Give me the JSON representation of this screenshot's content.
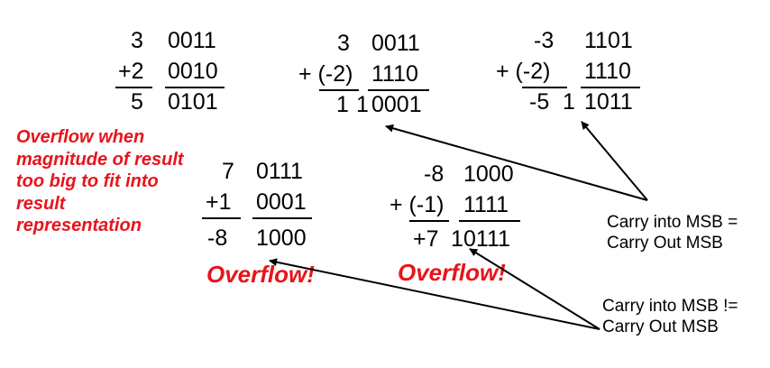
{
  "examples": [
    {
      "operand1": "3",
      "operand1_bits": "0011",
      "operand2": "+2",
      "operand2_bits": "0010",
      "carry": "",
      "result": "5",
      "result_bits": "0101"
    },
    {
      "operand1": "3",
      "operand1_bits": "0011",
      "operand2": "+ (-2)",
      "operand2_bits": "1110",
      "carry": "1",
      "result": "1",
      "result_bits": "0001"
    },
    {
      "operand1": "-3",
      "operand1_bits": "1101",
      "operand2": "+ (-2)",
      "operand2_bits": "1110",
      "carry": "1",
      "result": "-5",
      "result_bits": "1011"
    },
    {
      "operand1": "7",
      "operand1_bits": "0111",
      "operand2": "+1",
      "operand2_bits": "0001",
      "carry": "",
      "result": "-8",
      "result_bits": "1000"
    },
    {
      "operand1": "-8",
      "operand1_bits": "1000",
      "operand2": "+ (-1)",
      "operand2_bits": "1111",
      "carry": "1",
      "result": "+7",
      "result_bits": "0111"
    }
  ],
  "overflow_label": "Overflow!",
  "overflow_note": [
    "Overflow when",
    "magnitude of result",
    "too big to fit into",
    "result",
    "representation"
  ],
  "note_equal": [
    "Carry into MSB =",
    "Carry Out MSB"
  ],
  "note_not_equal": [
    "Carry into MSB !=",
    "Carry Out MSB"
  ],
  "colors": {
    "overflow_red": "#e8141b",
    "text": "#000000"
  }
}
